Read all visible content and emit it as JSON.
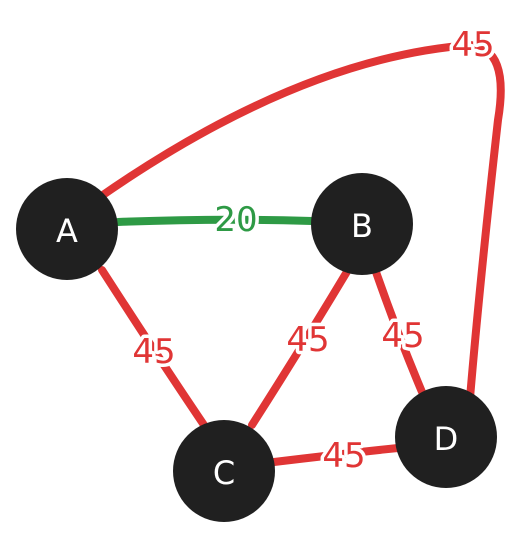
{
  "colors": {
    "background": "#ffffff",
    "node_fill": "#202020",
    "node_text": "#ffffff",
    "edge_highlight": "#2e9a45",
    "edge_default": "#e03535"
  },
  "nodes": [
    {
      "id": "A",
      "label": "A"
    },
    {
      "id": "B",
      "label": "B"
    },
    {
      "id": "C",
      "label": "C"
    },
    {
      "id": "D",
      "label": "D"
    }
  ],
  "edges": [
    {
      "id": "ab",
      "from": "A",
      "to": "B",
      "weight": "20",
      "color": "#2e9a45"
    },
    {
      "id": "ac",
      "from": "A",
      "to": "C",
      "weight": "45",
      "color": "#e03535"
    },
    {
      "id": "bc",
      "from": "B",
      "to": "C",
      "weight": "45",
      "color": "#e03535"
    },
    {
      "id": "bd",
      "from": "B",
      "to": "D",
      "weight": "45",
      "color": "#e03535"
    },
    {
      "id": "cd",
      "from": "C",
      "to": "D",
      "weight": "45",
      "color": "#e03535"
    },
    {
      "id": "ad",
      "from": "A",
      "to": "D",
      "weight": "45",
      "color": "#e03535"
    }
  ]
}
